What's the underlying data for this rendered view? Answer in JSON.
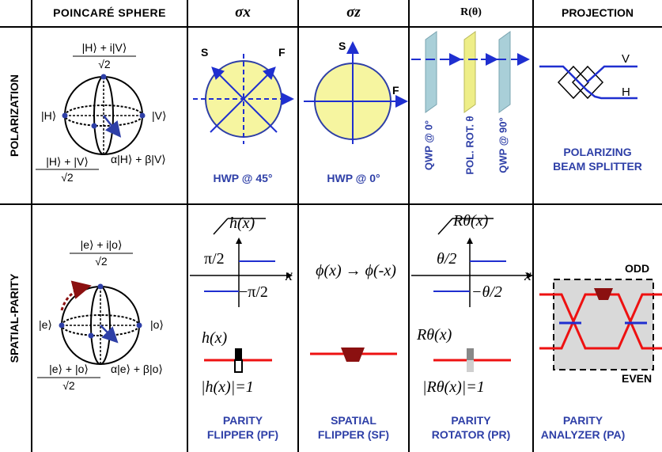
{
  "headers": {
    "poincare": "POINCARÉ SPHERE",
    "sigma_x": "σx",
    "sigma_z": "σz",
    "r_theta": "R(θ)",
    "projection": "PROJECTION"
  },
  "rows": {
    "polarization": "POLARIZATION",
    "spatial_parity": "SPATIAL-PARITY"
  },
  "polarization": {
    "sphere": {
      "top_state": "|H⟩ + i|V⟩",
      "top_denom": "√2",
      "left_state": "|H⟩",
      "right_state": "|V⟩",
      "bottom_state": "|H⟩ + |V⟩",
      "bottom_denom": "√2",
      "general_state": "α|H⟩ + β|V⟩"
    },
    "sigma_x": {
      "axis_s": "S",
      "axis_f": "F",
      "caption": "HWP @ 45°"
    },
    "sigma_z": {
      "axis_s": "S",
      "axis_f": "F",
      "caption": "HWP @ 0°"
    },
    "r_theta": {
      "plate1": "QWP @ 0°",
      "plate2": "POL. ROT. θ",
      "plate3": "QWP @ 90°"
    },
    "projection": {
      "out_v": "V",
      "out_h": "H",
      "caption_1": "POLARIZING",
      "caption_2": "BEAM SPLITTER"
    }
  },
  "spatial": {
    "sphere": {
      "top_state": "|e⟩ + i|o⟩",
      "top_denom": "√2",
      "left_state": "|e⟩",
      "right_state": "|o⟩",
      "bottom_state": "|e⟩ + |o⟩",
      "bottom_denom": "√2",
      "general_state": "α|e⟩ + β|o⟩"
    },
    "pf": {
      "func": "h(x)",
      "axis_x": "x",
      "plus": "π/2",
      "minus": "−π/2",
      "element_label": "h(x)",
      "abs_label": "|h(x)|=1",
      "caption_1": "PARITY",
      "caption_2": "FLIPPER (PF)"
    },
    "sf": {
      "mapping": "ϕ(x) → ϕ(-x)",
      "caption_1": "SPATIAL",
      "caption_2": "FLIPPER (SF)"
    },
    "pr": {
      "func": "Rθ(x)",
      "axis_x": "x",
      "plus": "θ/2",
      "minus": "−θ/2",
      "element_label": "Rθ(x)",
      "abs_label": "|Rθ(x)|=1",
      "caption_1": "PARITY",
      "caption_2": "ROTATOR (PR)"
    },
    "pa": {
      "odd": "ODD",
      "even": "EVEN",
      "caption_1": "PARITY",
      "caption_2": "ANALYZER (PA)"
    }
  },
  "colors": {
    "blue": "#1f2fd0",
    "navy": "#2e3fa7",
    "yellow": "#f6f5a0",
    "red": "#ee1111",
    "darkred": "#8b1010",
    "plate_blue": "#a9cfd8",
    "plate_yellow": "#eeee88",
    "grey_box": "#d9d9d9"
  }
}
